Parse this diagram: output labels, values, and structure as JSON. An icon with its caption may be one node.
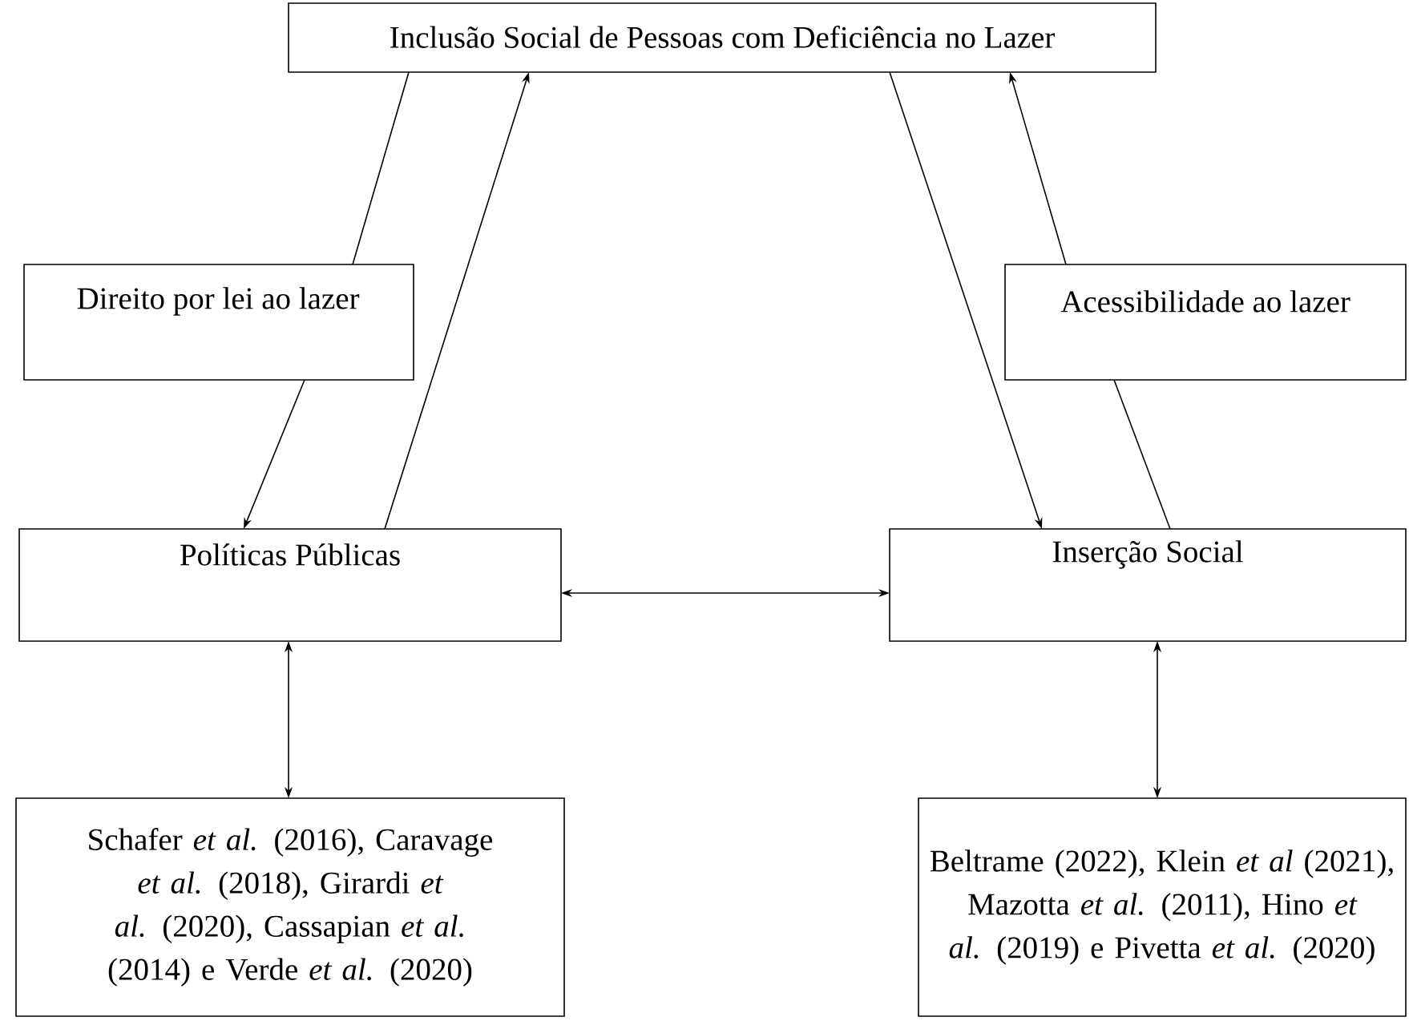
{
  "diagram": {
    "nodes": [
      {
        "text": [
          "Inclusão Social de Pessoas com Deficiência no Lazer"
        ]
      },
      {
        "text": [
          "Direito por lei ao lazer"
        ]
      },
      {
        "text": [
          "Acessibilidade ao lazer"
        ]
      },
      {
        "text": [
          "Políticas Públicas"
        ]
      },
      {
        "text": [
          "Inserção Social"
        ]
      },
      {
        "text": [
          "Schafer *et al.* (2016), Caravage *et al.* (2018), Girardi *et al.* (2020), Cassapian *et al.* (2014) e Verde *et al.* (2020)"
        ]
      },
      {
        "text": [
          "Beltrame (2022), Klein *et al* (2021), Mazotta *et al.* (2011), Hino *et al.* (2019) e Pivetta *et al.* (2020)"
        ]
      }
    ],
    "edges": [
      {
        "from": 0,
        "to": 1,
        "arrow": "none"
      },
      {
        "from": 1,
        "to": 3,
        "arrow": "to"
      },
      {
        "from": 3,
        "to": 0,
        "arrow": "to"
      },
      {
        "from": 0,
        "to": 4,
        "arrow": "to"
      },
      {
        "from": 4,
        "to": 2,
        "arrow": "none"
      },
      {
        "from": 2,
        "to": 0,
        "arrow": "to"
      },
      {
        "from": 3,
        "to": 4,
        "arrow": "both"
      },
      {
        "from": 3,
        "to": 5,
        "arrow": "both"
      },
      {
        "from": 4,
        "to": 6,
        "arrow": "both"
      }
    ]
  }
}
